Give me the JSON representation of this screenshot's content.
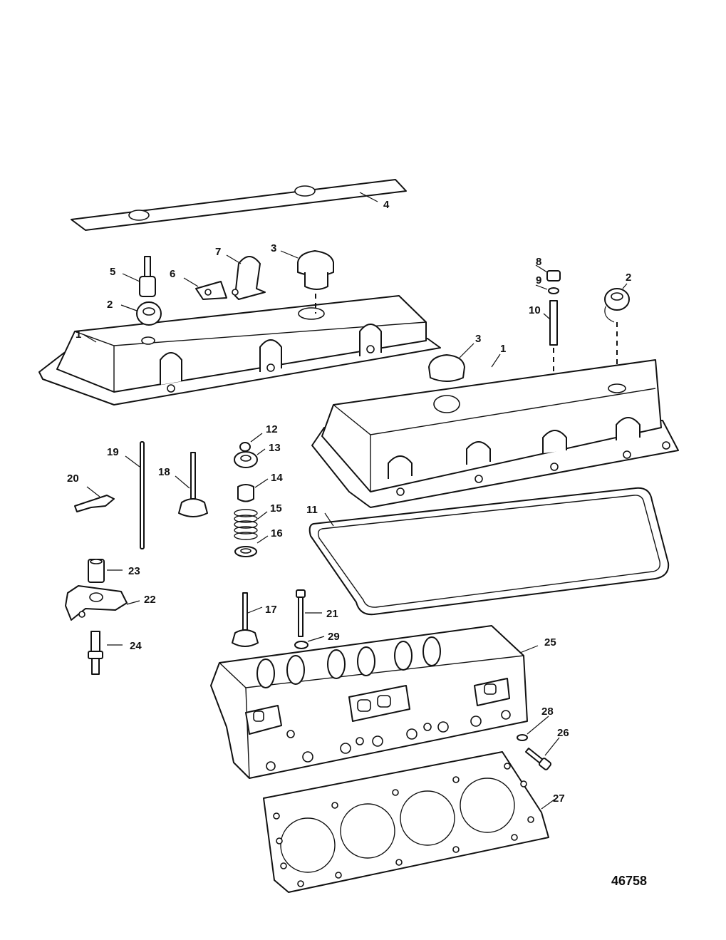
{
  "callouts": {
    "c1a": "1",
    "c1b": "1",
    "c2a": "2",
    "c2b": "2",
    "c3a": "3",
    "c3b": "3",
    "c4": "4",
    "c5": "5",
    "c6": "6",
    "c7": "7",
    "c8": "8",
    "c9": "9",
    "c10": "10",
    "c11": "11",
    "c12": "12",
    "c13": "13",
    "c14": "14",
    "c15": "15",
    "c16": "16",
    "c17": "17",
    "c18": "18",
    "c19": "19",
    "c20": "20",
    "c21": "21",
    "c22": "22",
    "c23": "23",
    "c24": "24",
    "c25": "25",
    "c26": "26",
    "c27": "27",
    "c28": "28",
    "c29": "29"
  },
  "figure_number": "46758"
}
